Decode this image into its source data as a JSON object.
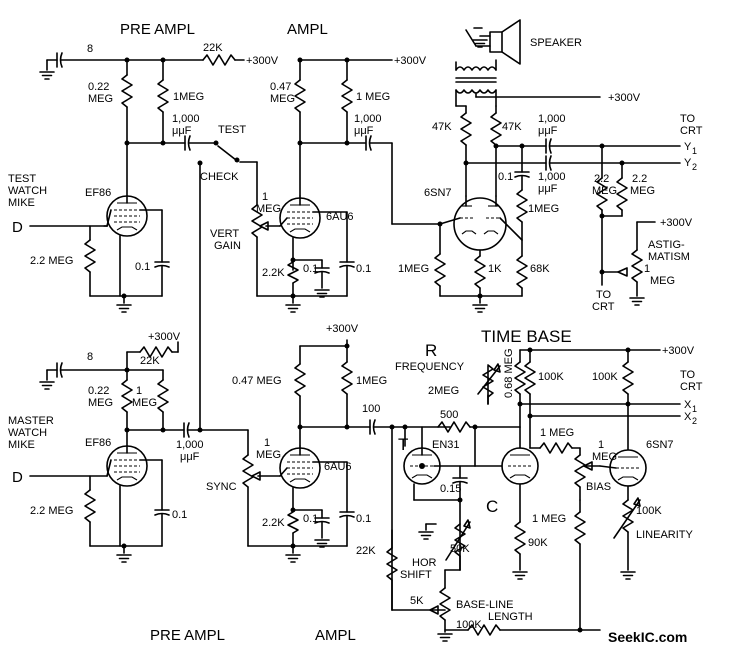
{
  "headers": {
    "pre_ampl_top": "PRE AMPL",
    "ampl_top": "AMPL",
    "pre_ampl_bottom": "PRE AMPL",
    "ampl_bottom": "AMPL",
    "time_base": "TIME BASE"
  },
  "supply": {
    "v300_a": "+300V",
    "v300_b": "+300V",
    "v300_c": "+300V",
    "v300_d": "+300V",
    "v300_e": "+300V",
    "v300_f": "+300V",
    "v300_g": "+300V"
  },
  "tubes": {
    "ef86_top": "EF86",
    "ef86_bottom": "EF86",
    "au6_top": "6AU6",
    "au6_bottom": "6AU6",
    "sn7_top": "6SN7",
    "sn7_bottom": "6SN7",
    "en31": "EN31"
  },
  "labels": {
    "test_watch_mike": [
      "TEST",
      "WATCH",
      "MIKE"
    ],
    "master_watch_mike": [
      "MASTER",
      "WATCH",
      "MIKE"
    ],
    "d_top": "D",
    "d_bottom": "D",
    "test": "TEST",
    "check": "CHECK",
    "speaker": "SPEAKER",
    "to_crt_y": [
      "TO",
      "CRT"
    ],
    "y1": "Y",
    "y1_sub": "1",
    "y2": "Y",
    "y2_sub": "2",
    "to_crt_x": [
      "TO",
      "CRT"
    ],
    "x1": "X",
    "x1_sub": "1",
    "x2": "X",
    "x2_sub": "2",
    "to_crt_bottom": [
      "TO",
      "CRT"
    ],
    "astigmatism": [
      "ASTIG-",
      "MATISM"
    ],
    "vert_gain": [
      "VERT",
      "GAIN"
    ],
    "sync": "SYNC",
    "r": "R",
    "frequency": "FREQUENCY",
    "t": "T",
    "c": "C",
    "bias": "BIAS",
    "linearity": "LINEARITY",
    "hor_shift": [
      "HOR",
      "SHIFT"
    ],
    "base_line_length": [
      "BASE-LINE",
      "LENGTH"
    ],
    "brand": "SeekIC.com"
  },
  "components": {
    "c8_top": "8",
    "r22k_top": "22K",
    "r022meg_top": [
      "0.22",
      "MEG"
    ],
    "r1meg_pre_top": "1MEG",
    "c1000_top": [
      "1,000",
      "μμF"
    ],
    "r22meg_top": "2.2 MEG",
    "c01_pre_top": "0.1",
    "r047meg_ampl_top": [
      "0.47",
      "MEG"
    ],
    "r1meg_ampl_top": "1 MEG",
    "c1000_ampl_top": [
      "1,000",
      "μμF"
    ],
    "pot_1meg_vert": [
      "1",
      "MEG"
    ],
    "r22k_ampl_top": "2.2K",
    "c01a_ampl_top": "0.1",
    "c01b_ampl_top": "0.1",
    "r47k_a": "47K",
    "r47k_b": "47K",
    "c1000_y1": [
      "1,000",
      "μμF"
    ],
    "c1000_y2": [
      "1,000",
      "μμF"
    ],
    "c01_sn7": "0.1",
    "r1meg_sn7": "1MEG",
    "r22meg_y1": [
      "2.2",
      "MEG"
    ],
    "r22meg_y2": [
      "2.2",
      "MEG"
    ],
    "r1meg_sn7_grid": "1MEG",
    "r1k_sn7": "1K",
    "r68k": "68K",
    "pot_1meg_astig": [
      "1",
      "MEG"
    ],
    "c8_bottom": "8",
    "r22k_bottom": "22K",
    "r022meg_bottom": [
      "0.22",
      "MEG"
    ],
    "r1meg_pre_bottom": [
      "1",
      "MEG"
    ],
    "c1000_bottom": [
      "1,000",
      "μμF"
    ],
    "r22meg_bottom": "2.2 MEG",
    "c01_pre_bottom": "0.1",
    "r047meg_ampl_bottom": "0.47 MEG",
    "r1meg_ampl_bottom": "1MEG",
    "c100": "100",
    "pot_1meg_sync": [
      "1",
      "MEG"
    ],
    "r22k_ampl_bottom": "2.2K",
    "c01a_ampl_bottom": "0.1",
    "c01b_ampl_bottom": "0.1",
    "r2meg_freq": "2MEG",
    "r068meg": "0.68 MEG",
    "r100k_a": "100K",
    "r100k_b": "100K",
    "r500": "500",
    "r1meg_tb": "1 MEG",
    "pot_1meg_bias": [
      "1",
      "MEG"
    ],
    "c015": "0.15",
    "r1meg_tb_b": "1 MEG",
    "r90k": "90K",
    "r100k_lin": "100K",
    "r22k_tb": "22K",
    "r50k": "50K",
    "r5k": "5K",
    "r100k_bl": "100K"
  }
}
